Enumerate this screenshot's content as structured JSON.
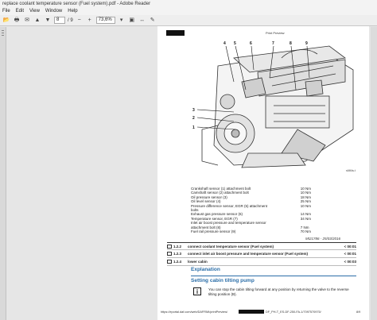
{
  "window": {
    "title": "replace coolant temperature sensor (Fuel system).pdf - Adobe Reader"
  },
  "menu": [
    "File",
    "Edit",
    "View",
    "Window",
    "Help"
  ],
  "toolbar": {
    "page_current": "8",
    "page_total": "/ 9",
    "zoom": "73,6%"
  },
  "page": {
    "print_preview": "Print Preview",
    "callouts": [
      "1",
      "2",
      "3",
      "4",
      "5",
      "6",
      "7",
      "8",
      "9"
    ],
    "figure_ref": "s6f4fa-t",
    "specs": [
      {
        "name": "Crankshaft sensor (1) attachment bolt",
        "value": "10 Nm"
      },
      {
        "name": "Camshaft sensor (2) attachment bolt",
        "value": "10 Nm"
      },
      {
        "name": "Oil pressure sensor (3)",
        "value": "18 Nm"
      },
      {
        "name": "Oil level sensor (4)",
        "value": "25 Nm"
      },
      {
        "name": "Pressure difference sensor, EGR (5) attachment",
        "value": "10 Nm"
      },
      {
        "name": "bolts",
        "value": ""
      },
      {
        "name": "Exhaust gas pressure sensor (6)",
        "value": "14 Nm"
      },
      {
        "name": "Temperature sensor, EGR (7)",
        "value": "34 Nm"
      },
      {
        "name": "Inlet air boost pressure and temperature sensor",
        "value": ""
      },
      {
        "name": "attachment bolt (8)",
        "value": "7 Nm"
      },
      {
        "name": "Fuel rail pressure sensor (9)",
        "value": "70 Nm"
      }
    ],
    "doc_meta": "MI21786 - 25/03/2016",
    "operations": [
      {
        "code": "1.2.2",
        "name": "connect coolant temperature sensor (Fuel system)",
        "time": "< 00:01"
      },
      {
        "code": "1.2.3",
        "name": "connect inlet air boost pressure and temperature sensor (Fuel system)",
        "time": "< 00:01"
      },
      {
        "code": "1.2.4",
        "name": "lower cabin",
        "time": "< 00:03"
      }
    ],
    "section_title": "Explanation",
    "subsection_title": "Setting cabin tilting pump",
    "info_icon": "i",
    "info_text": "You can stop the cabin tilting forward at any position by returning the valve to the reverse tilting position (B).",
    "footer_url_left": "https://eportal.daf.com/web/DAFRMI/printPreview/",
    "footer_url_right": "DF_PH-T_ES-DF-250-FA-1/7097570975/",
    "footer_page": "8/9"
  },
  "colors": {
    "accent": "#2b6ea8",
    "page_bg": "#ffffff",
    "viewer_bg": "#e6e6e6"
  }
}
